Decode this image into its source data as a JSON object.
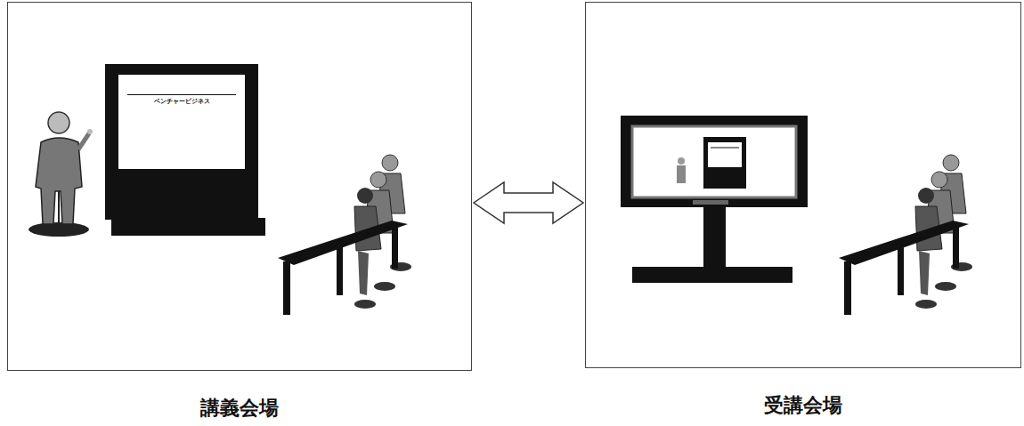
{
  "diagram": {
    "nodes": [
      {
        "text": [
          "講義会場"
        ]
      },
      {
        "text": [
          "ベンチャービジネス"
        ],
        "in": 0
      },
      {
        "text": [
          "受講会場"
        ]
      }
    ],
    "edges": [
      {
        "from": 0,
        "to": 2,
        "arrow": "both"
      }
    ]
  }
}
